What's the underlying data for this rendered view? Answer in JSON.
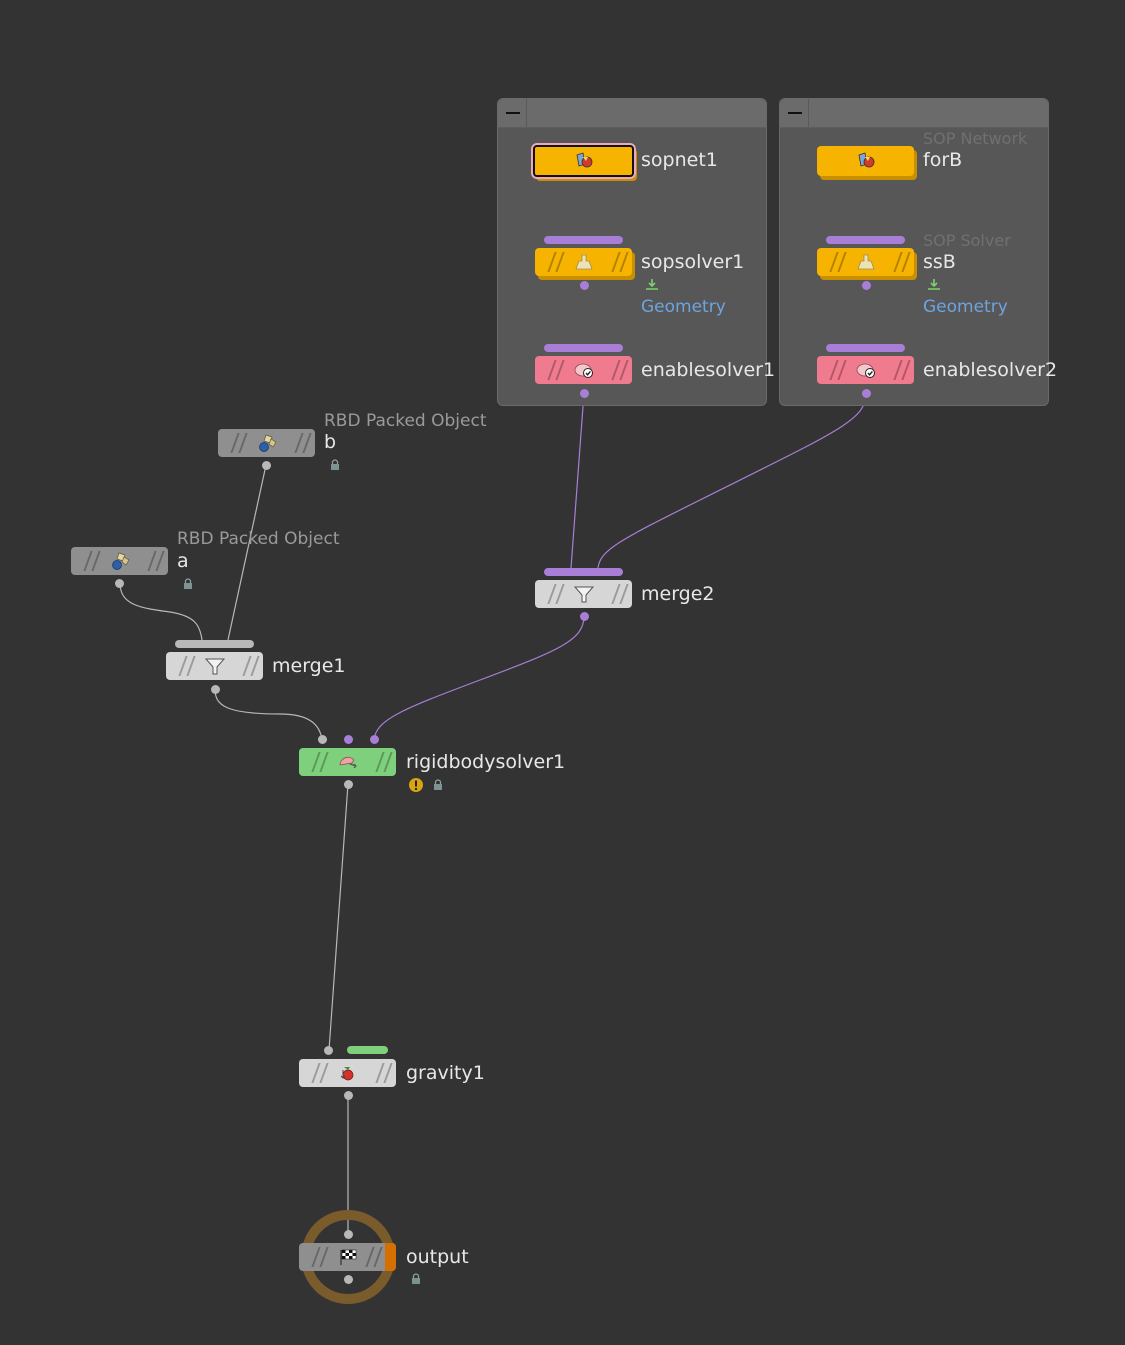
{
  "colors": {
    "background": "#333333",
    "wire_purple": "#a87ed6",
    "wire_gray": "#b8b8b8",
    "node_gray": "#8f8f8f",
    "node_light": "#d6d6d6",
    "node_yellow": "#f6b300",
    "node_pink": "#f07b8f",
    "node_green": "#7fd07c",
    "output_ring": "#7a5c2c"
  },
  "network_boxes": [
    {
      "id": "box-left"
    },
    {
      "id": "box-right"
    }
  ],
  "nodes": {
    "sopnet1": {
      "label": "sopnet1",
      "icon": "sop-network-icon"
    },
    "sopsolver1": {
      "label": "sopsolver1",
      "icon": "sop-solver-icon",
      "output_label": "Geometry"
    },
    "enablesolver1": {
      "label": "enablesolver1",
      "icon": "enable-solver-icon"
    },
    "forB": {
      "label": "forB",
      "type_label": "SOP Network",
      "icon": "sop-network-icon"
    },
    "ssB": {
      "label": "ssB",
      "type_label": "SOP Solver",
      "icon": "sop-solver-icon",
      "output_label": "Geometry"
    },
    "enablesolver2": {
      "label": "enablesolver2",
      "icon": "enable-solver-icon"
    },
    "b": {
      "label": "b",
      "type_label": "RBD Packed Object",
      "icon": "rbd-packed-object-icon"
    },
    "a": {
      "label": "a",
      "type_label": "RBD Packed Object",
      "icon": "rbd-packed-object-icon"
    },
    "merge1": {
      "label": "merge1",
      "icon": "merge-funnel-icon"
    },
    "merge2": {
      "label": "merge2",
      "icon": "merge-funnel-icon"
    },
    "rigidbodysolver1": {
      "label": "rigidbodysolver1",
      "icon": "rigid-body-solver-icon"
    },
    "gravity1": {
      "label": "gravity1",
      "icon": "gravity-icon"
    },
    "output": {
      "label": "output",
      "icon": "checkered-flag-icon"
    }
  }
}
